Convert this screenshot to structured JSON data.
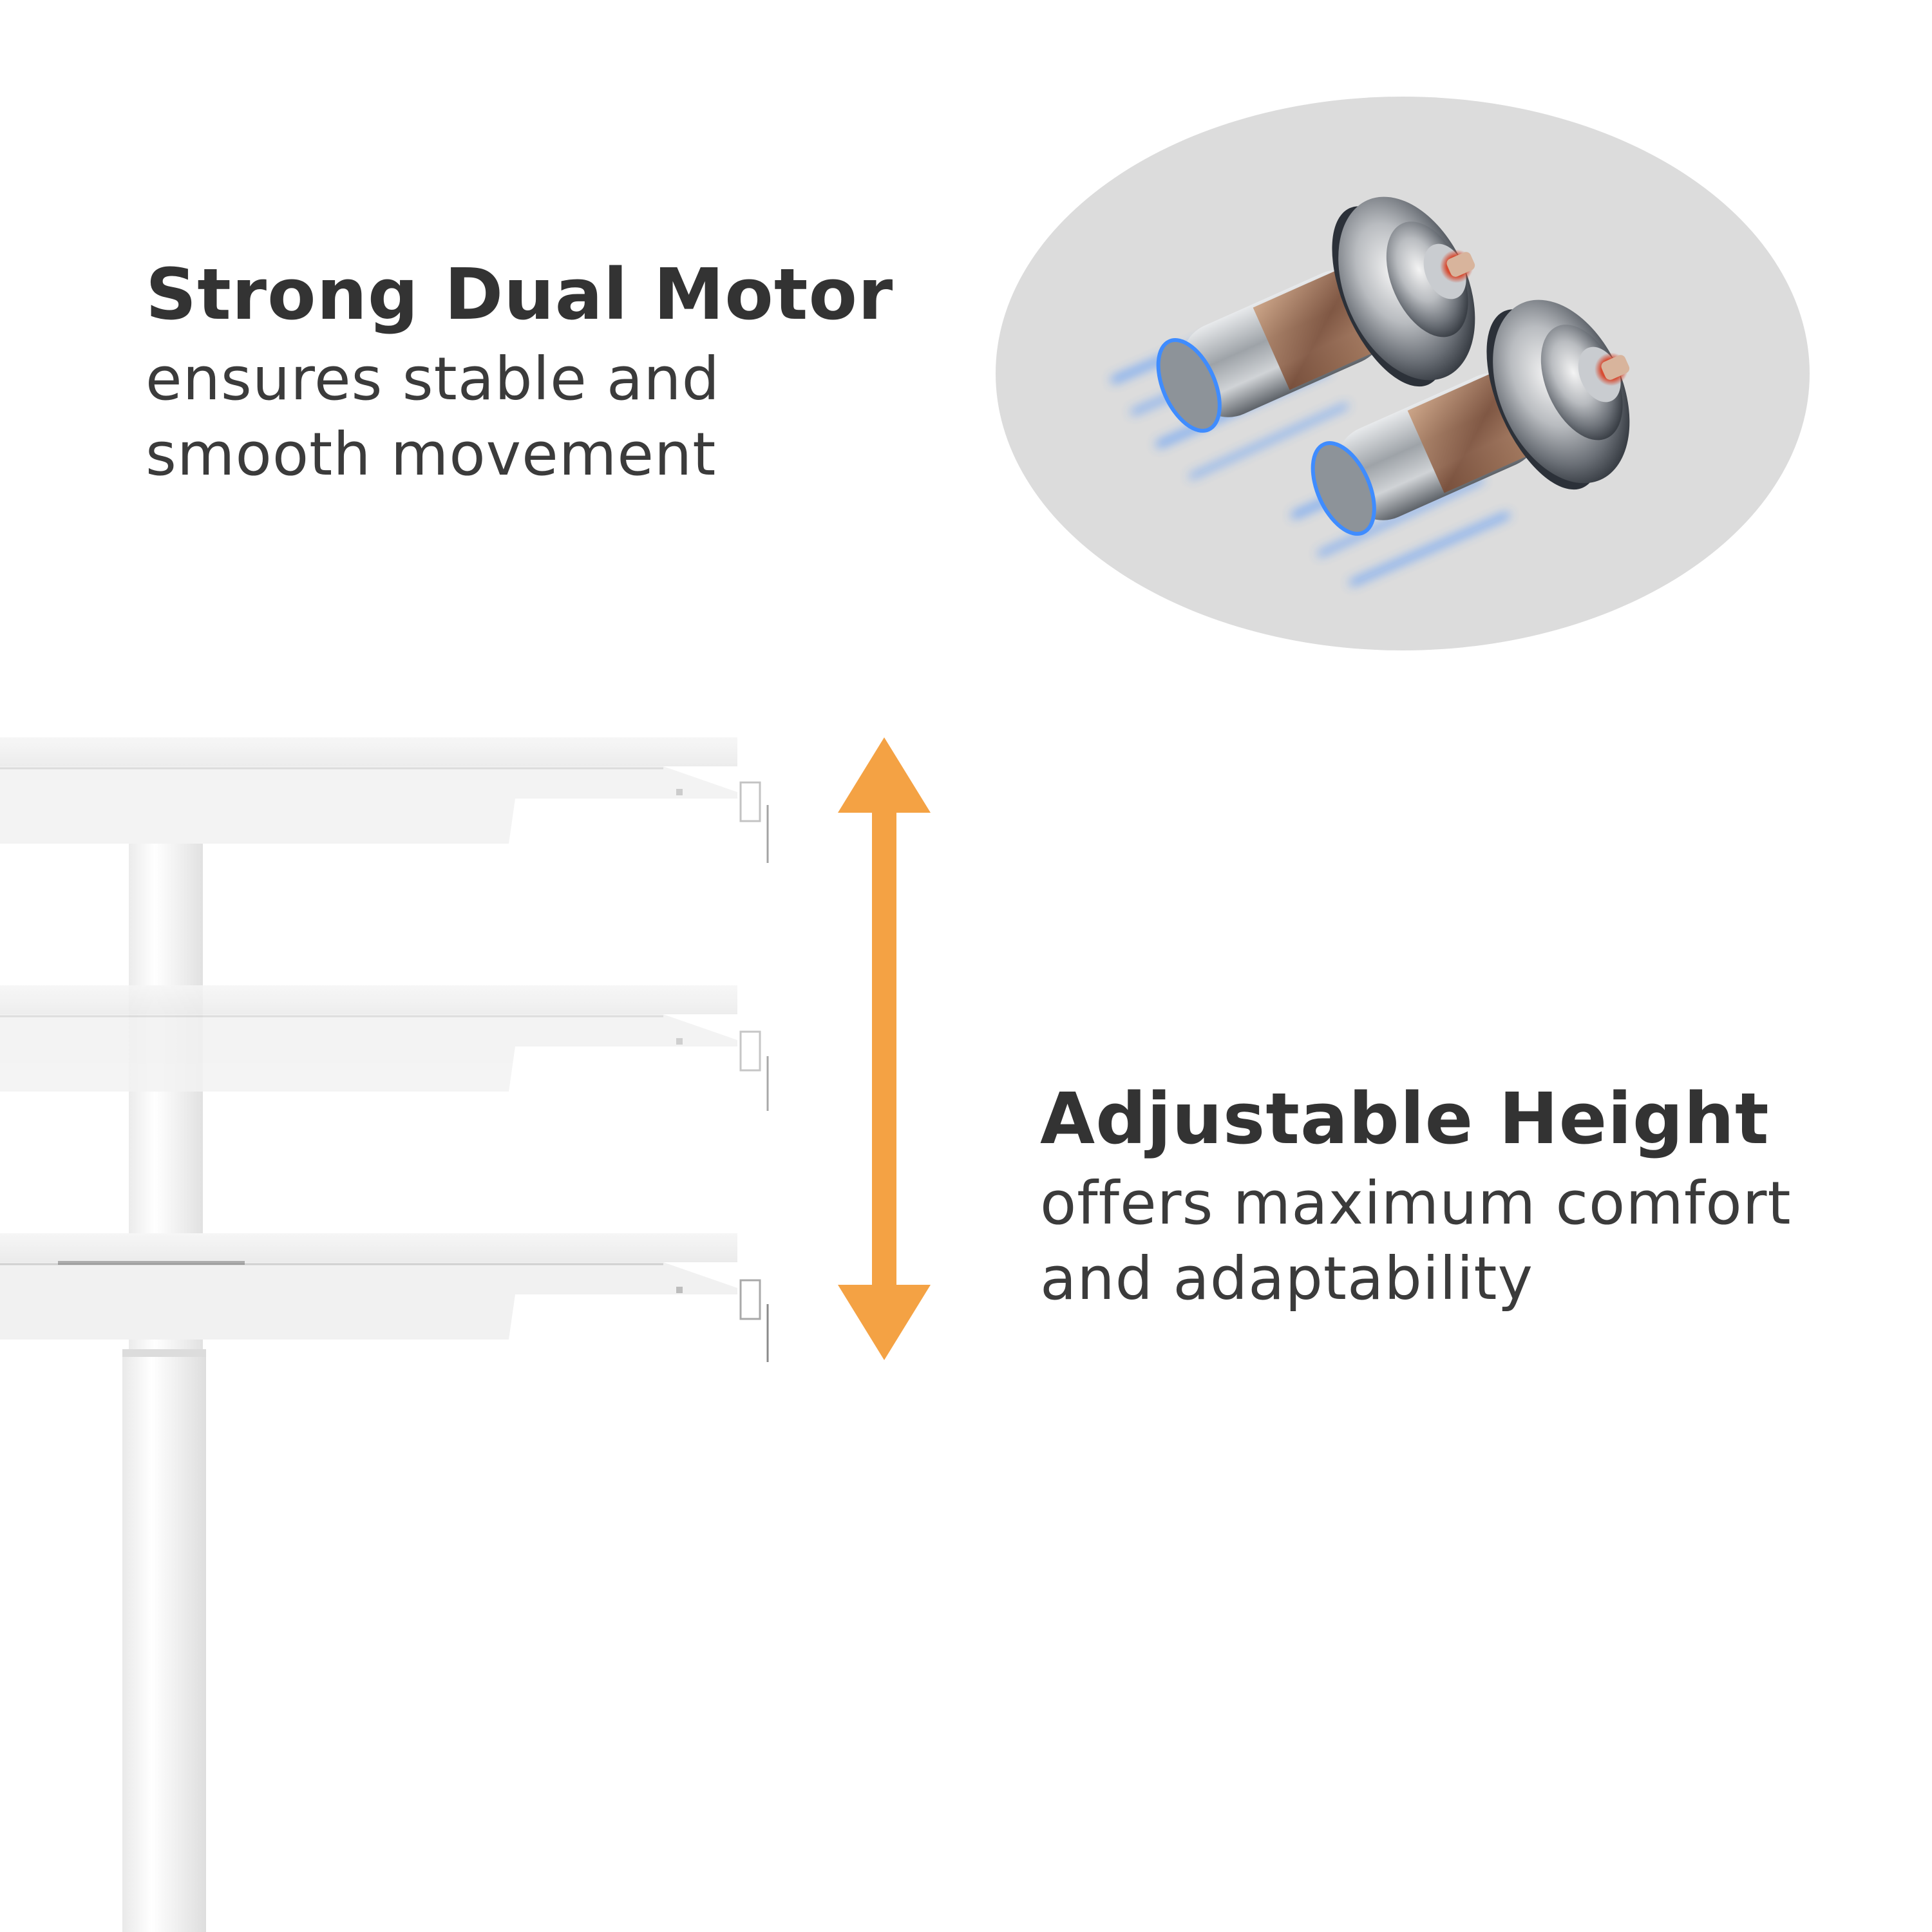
{
  "features": {
    "motor": {
      "title": "Strong Dual Motor",
      "desc_line1": "ensures stable and",
      "desc_line2": "smooth movement"
    },
    "height": {
      "title": "Adjustable Height",
      "desc_line1": "offers maximum comfort",
      "desc_line2": "and adaptability"
    }
  },
  "colors": {
    "text": "#333333",
    "arrow": "#F4A244",
    "motor_backdrop": "#DCDCDC",
    "motor_glow": "#3F8CFF",
    "desk": "#F2F2F2"
  },
  "icons": {
    "arrow": "double-vertical-arrow-icon",
    "motors": "dual-motor-image",
    "desk": "standing-desk-image"
  }
}
